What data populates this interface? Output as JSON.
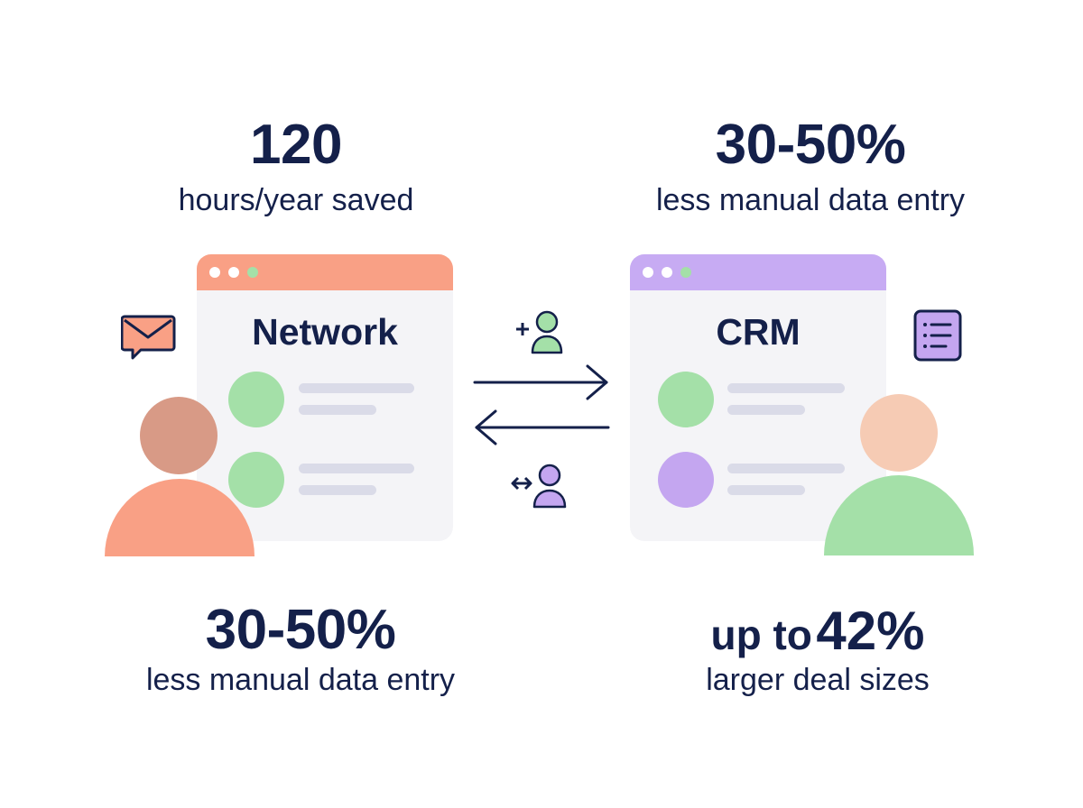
{
  "colors": {
    "text": "#14204a",
    "network_accent": "#f9a085",
    "crm_accent": "#c7abf3",
    "green": "#a4e0a8",
    "purple": "#c4a6f0",
    "window_bg": "#f4f4f7",
    "placeholder_bar": "#dadbe8"
  },
  "stats": {
    "top_left": {
      "value": "120",
      "label": "hours/year saved"
    },
    "top_right": {
      "value": "30-50%",
      "label": "less manual data entry"
    },
    "bottom_left": {
      "value": "30-50%",
      "label": "less manual data entry"
    },
    "bottom_right": {
      "prefix": "up to",
      "value": "42%",
      "label": "larger deal sizes"
    }
  },
  "left_window": {
    "title": "Network",
    "icon": "mail-chat-icon",
    "rows": [
      {
        "avatar_color": "green"
      },
      {
        "avatar_color": "green"
      }
    ]
  },
  "right_window": {
    "title": "CRM",
    "icon": "list-document-icon",
    "rows": [
      {
        "avatar_color": "green"
      },
      {
        "avatar_color": "purple"
      }
    ]
  },
  "connector": {
    "top_icon": "add-user-icon",
    "bottom_icon": "sync-user-icon",
    "arrows": [
      "arrow-right",
      "arrow-left"
    ]
  }
}
